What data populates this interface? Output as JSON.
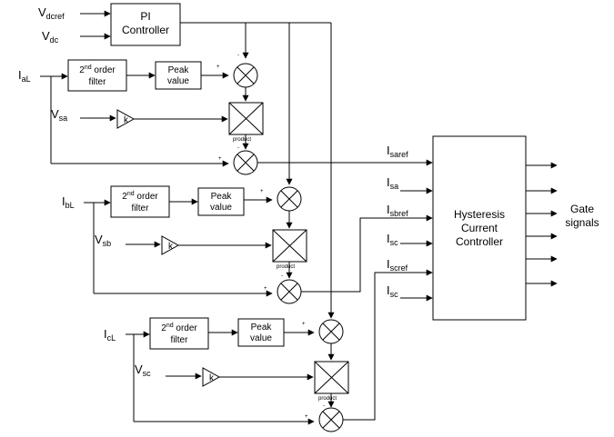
{
  "inputs": {
    "vdcref": {
      "main": "V",
      "sub": "dcref"
    },
    "vdc": {
      "main": "V",
      "sub": "dc"
    }
  },
  "pi_controller": {
    "line1": "PI",
    "line2": "Controller"
  },
  "phases": [
    {
      "current": {
        "main": "I",
        "sub": "aL"
      },
      "voltage": {
        "main": "V",
        "sub": "sa"
      }
    },
    {
      "current": {
        "main": "I",
        "sub": "bL"
      },
      "voltage": {
        "main": "V",
        "sub": "sb"
      }
    },
    {
      "current": {
        "main": "I",
        "sub": "cL"
      },
      "voltage": {
        "main": "V",
        "sub": "sc"
      }
    }
  ],
  "filter": {
    "prefix": "2",
    "sup": "nd",
    "rest": " order",
    "line2": "filter"
  },
  "peak": {
    "line1": "Peak",
    "line2": "value"
  },
  "gain": "k",
  "product_label": "product",
  "plus": "+",
  "minus": "-",
  "hysteresis_inputs": [
    {
      "main": "I",
      "sub": "saref"
    },
    {
      "main": "I",
      "sub": "sa"
    },
    {
      "main": "I",
      "sub": "sbref"
    },
    {
      "main": "I",
      "sub": "sc"
    },
    {
      "main": "I",
      "sub": "scref"
    },
    {
      "main": "I",
      "sub": "sc"
    }
  ],
  "hysteresis": {
    "line1": "Hysteresis",
    "line2": "Current",
    "line3": "Controller"
  },
  "output": {
    "line1": "Gate",
    "line2": "signals"
  }
}
